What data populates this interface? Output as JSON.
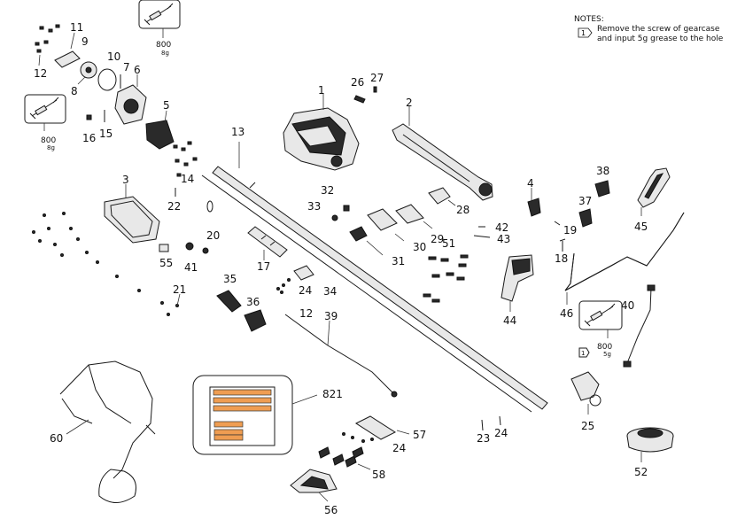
{
  "notes": {
    "title": "NOTES:",
    "item_number": "1",
    "text_line1": "Remove the screw of gearcase",
    "text_line2": "and input 5g grease to the hole"
  },
  "grease_callouts": [
    {
      "code": "800",
      "amount": "8g"
    },
    {
      "code": "800",
      "amount": "8g"
    },
    {
      "code": "800",
      "amount": "5g"
    }
  ],
  "note_marker": "1",
  "part_labels": {
    "p1": "1",
    "p2": "2",
    "p3": "3",
    "p4": "4",
    "p5": "5",
    "p6": "6",
    "p7": "7",
    "p8": "8",
    "p9": "9",
    "p10": "10",
    "p11": "11",
    "p12a": "12",
    "p12b": "12",
    "p13": "13",
    "p14": "14",
    "p15": "15",
    "p16": "16",
    "p17": "17",
    "p18": "18",
    "p19": "19",
    "p20": "20",
    "p21": "21",
    "p22": "22",
    "p23": "23",
    "p24a": "24",
    "p24b": "24",
    "p24c": "24",
    "p25": "25",
    "p26": "26",
    "p27": "27",
    "p28": "28",
    "p29": "29",
    "p30": "30",
    "p31": "31",
    "p32": "32",
    "p33": "33",
    "p34": "34",
    "p35": "35",
    "p36": "36",
    "p37": "37",
    "p38": "38",
    "p39": "39",
    "p40": "40",
    "p41": "41",
    "p42": "42",
    "p43": "43",
    "p44": "44",
    "p45": "45",
    "p46": "46",
    "p51": "51",
    "p52": "52",
    "p55": "55",
    "p56": "56",
    "p57": "57",
    "p58": "58",
    "p60": "60",
    "p821": "821"
  },
  "colors": {
    "label_orange": "#ef9d52",
    "line": "#1a1a1a"
  }
}
